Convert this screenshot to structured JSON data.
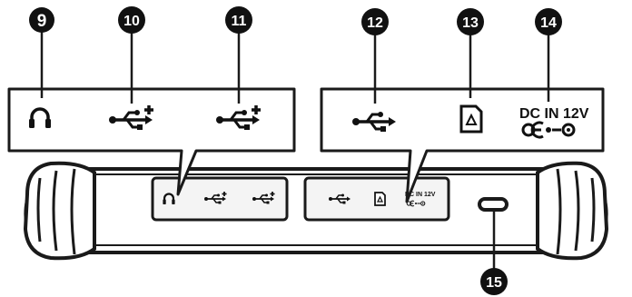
{
  "callouts": {
    "n9": "9",
    "n10": "10",
    "n11": "11",
    "n12": "12",
    "n13": "13",
    "n14": "14",
    "n15": "15"
  },
  "ports": {
    "headphone": {
      "icon": "headphone-icon"
    },
    "usb_1": {
      "icon": "usb-plus-icon"
    },
    "usb_2": {
      "icon": "usb-plus-icon"
    },
    "usb_3": {
      "icon": "usb-icon"
    },
    "sd_card": {
      "icon": "sd-card-icon"
    },
    "dc_in": {
      "label": "DC IN 12V",
      "icon": "dc-polarity-icon"
    },
    "indicator": {
      "icon": "indicator-slot-icon"
    }
  },
  "colors": {
    "badge": "#111111",
    "outline": "#1a1a1a",
    "body_fill": "#ffffff",
    "port_panel": "#f4f4f4"
  }
}
